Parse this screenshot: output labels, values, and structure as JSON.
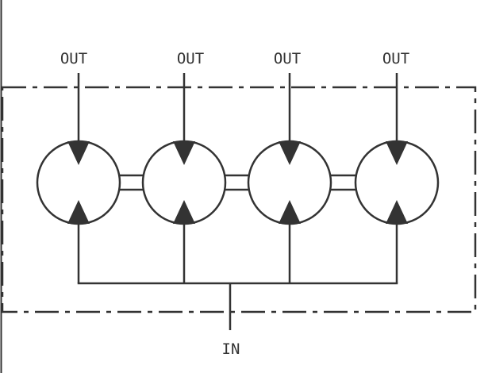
{
  "diagram": {
    "outputs": [
      "OUT",
      "OUT",
      "OUT",
      "OUT"
    ],
    "input": "IN",
    "motor_count": 4,
    "colors": {
      "line": "#333333",
      "fill": "#ffffff",
      "background": "#ffffff"
    }
  }
}
